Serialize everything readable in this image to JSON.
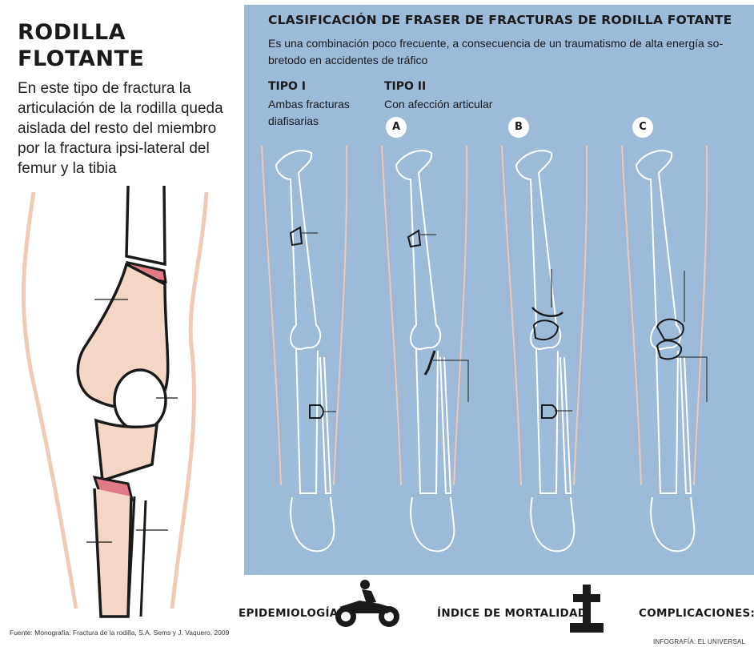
{
  "title": [
    "RODILLA",
    "FLOTANTE"
  ],
  "intro": "En este tipo de fractura la articulación  de la rodilla queda aislada del resto del miembro por la fractura ipsi-lateral del femur y la tibia",
  "panel": {
    "title": "CLASIFICACIÓN DE FRASER DE FRACTURAS DE RODILLA FOTANTE",
    "description": "Es una combinación poco frecuente, a consecuencia de un traumatismo de alta energía so-bretodo en accidentes de tráfico",
    "tipo1": {
      "label": "TIPO I",
      "desc": [
        "Ambas fracturas",
        "diafisarias"
      ]
    },
    "tipo2": {
      "label": "TIPO II",
      "desc": "Con afección articular"
    },
    "badges": [
      "A",
      "B",
      "C"
    ]
  },
  "bottom": {
    "epidemiologia": "EPIDEMIOLOGÍA",
    "mortalidad": "ÍNDICE DE MORTALIDAD",
    "complicaciones": "COMPLICACIONES:"
  },
  "source": "Fuente: Monografía: Fractura de la rodilla, S.A. Sems y J. Vaquero, 2009",
  "credit": "INFOGRAFÍA: EL UNIVERSAL",
  "icons": [
    "motorcycle-icon",
    "cross-icon"
  ],
  "colors": {
    "panel": "#9dbad8",
    "skin": "#f3d6c6",
    "fracture": "#e07a86",
    "outline": "#1a1a1a"
  }
}
